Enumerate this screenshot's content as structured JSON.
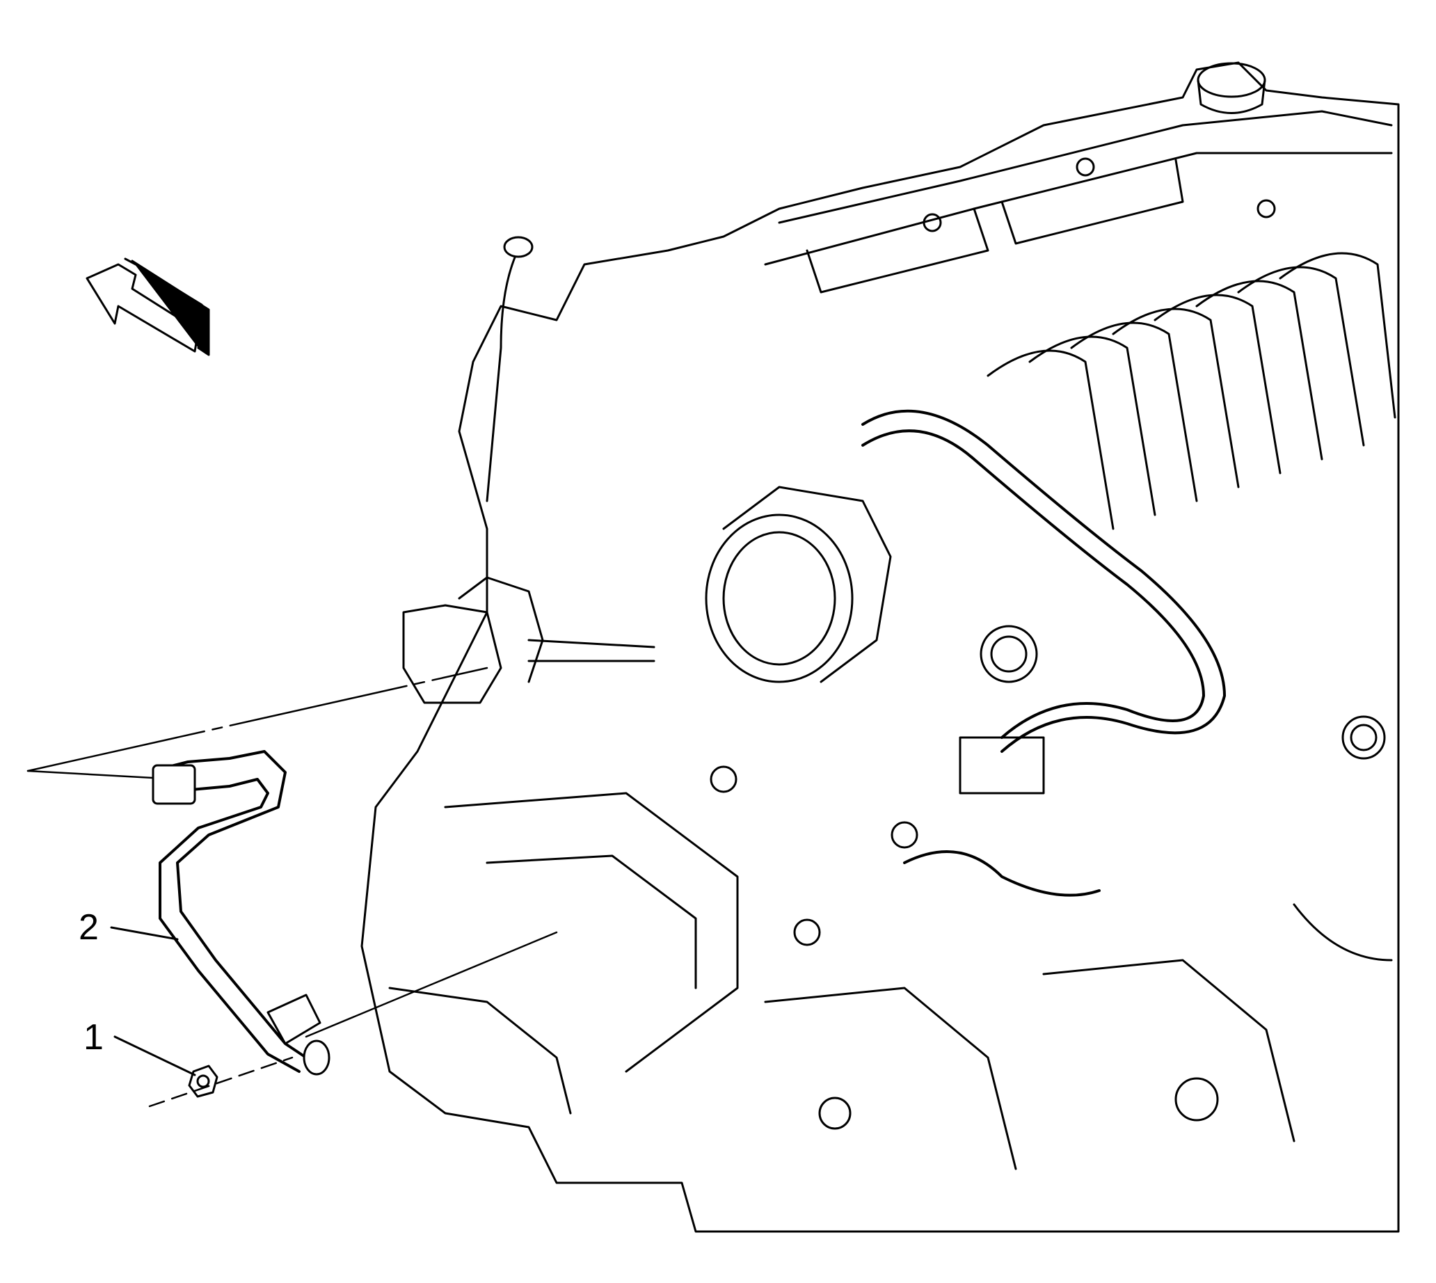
{
  "diagram": {
    "callouts": [
      {
        "id": "1",
        "label": "1"
      },
      {
        "id": "2",
        "label": "2"
      }
    ],
    "colors": {
      "line": "#000000",
      "background": "#ffffff",
      "arrow_fill": "#000000"
    },
    "icons": [
      "front-direction-arrow-icon"
    ]
  }
}
